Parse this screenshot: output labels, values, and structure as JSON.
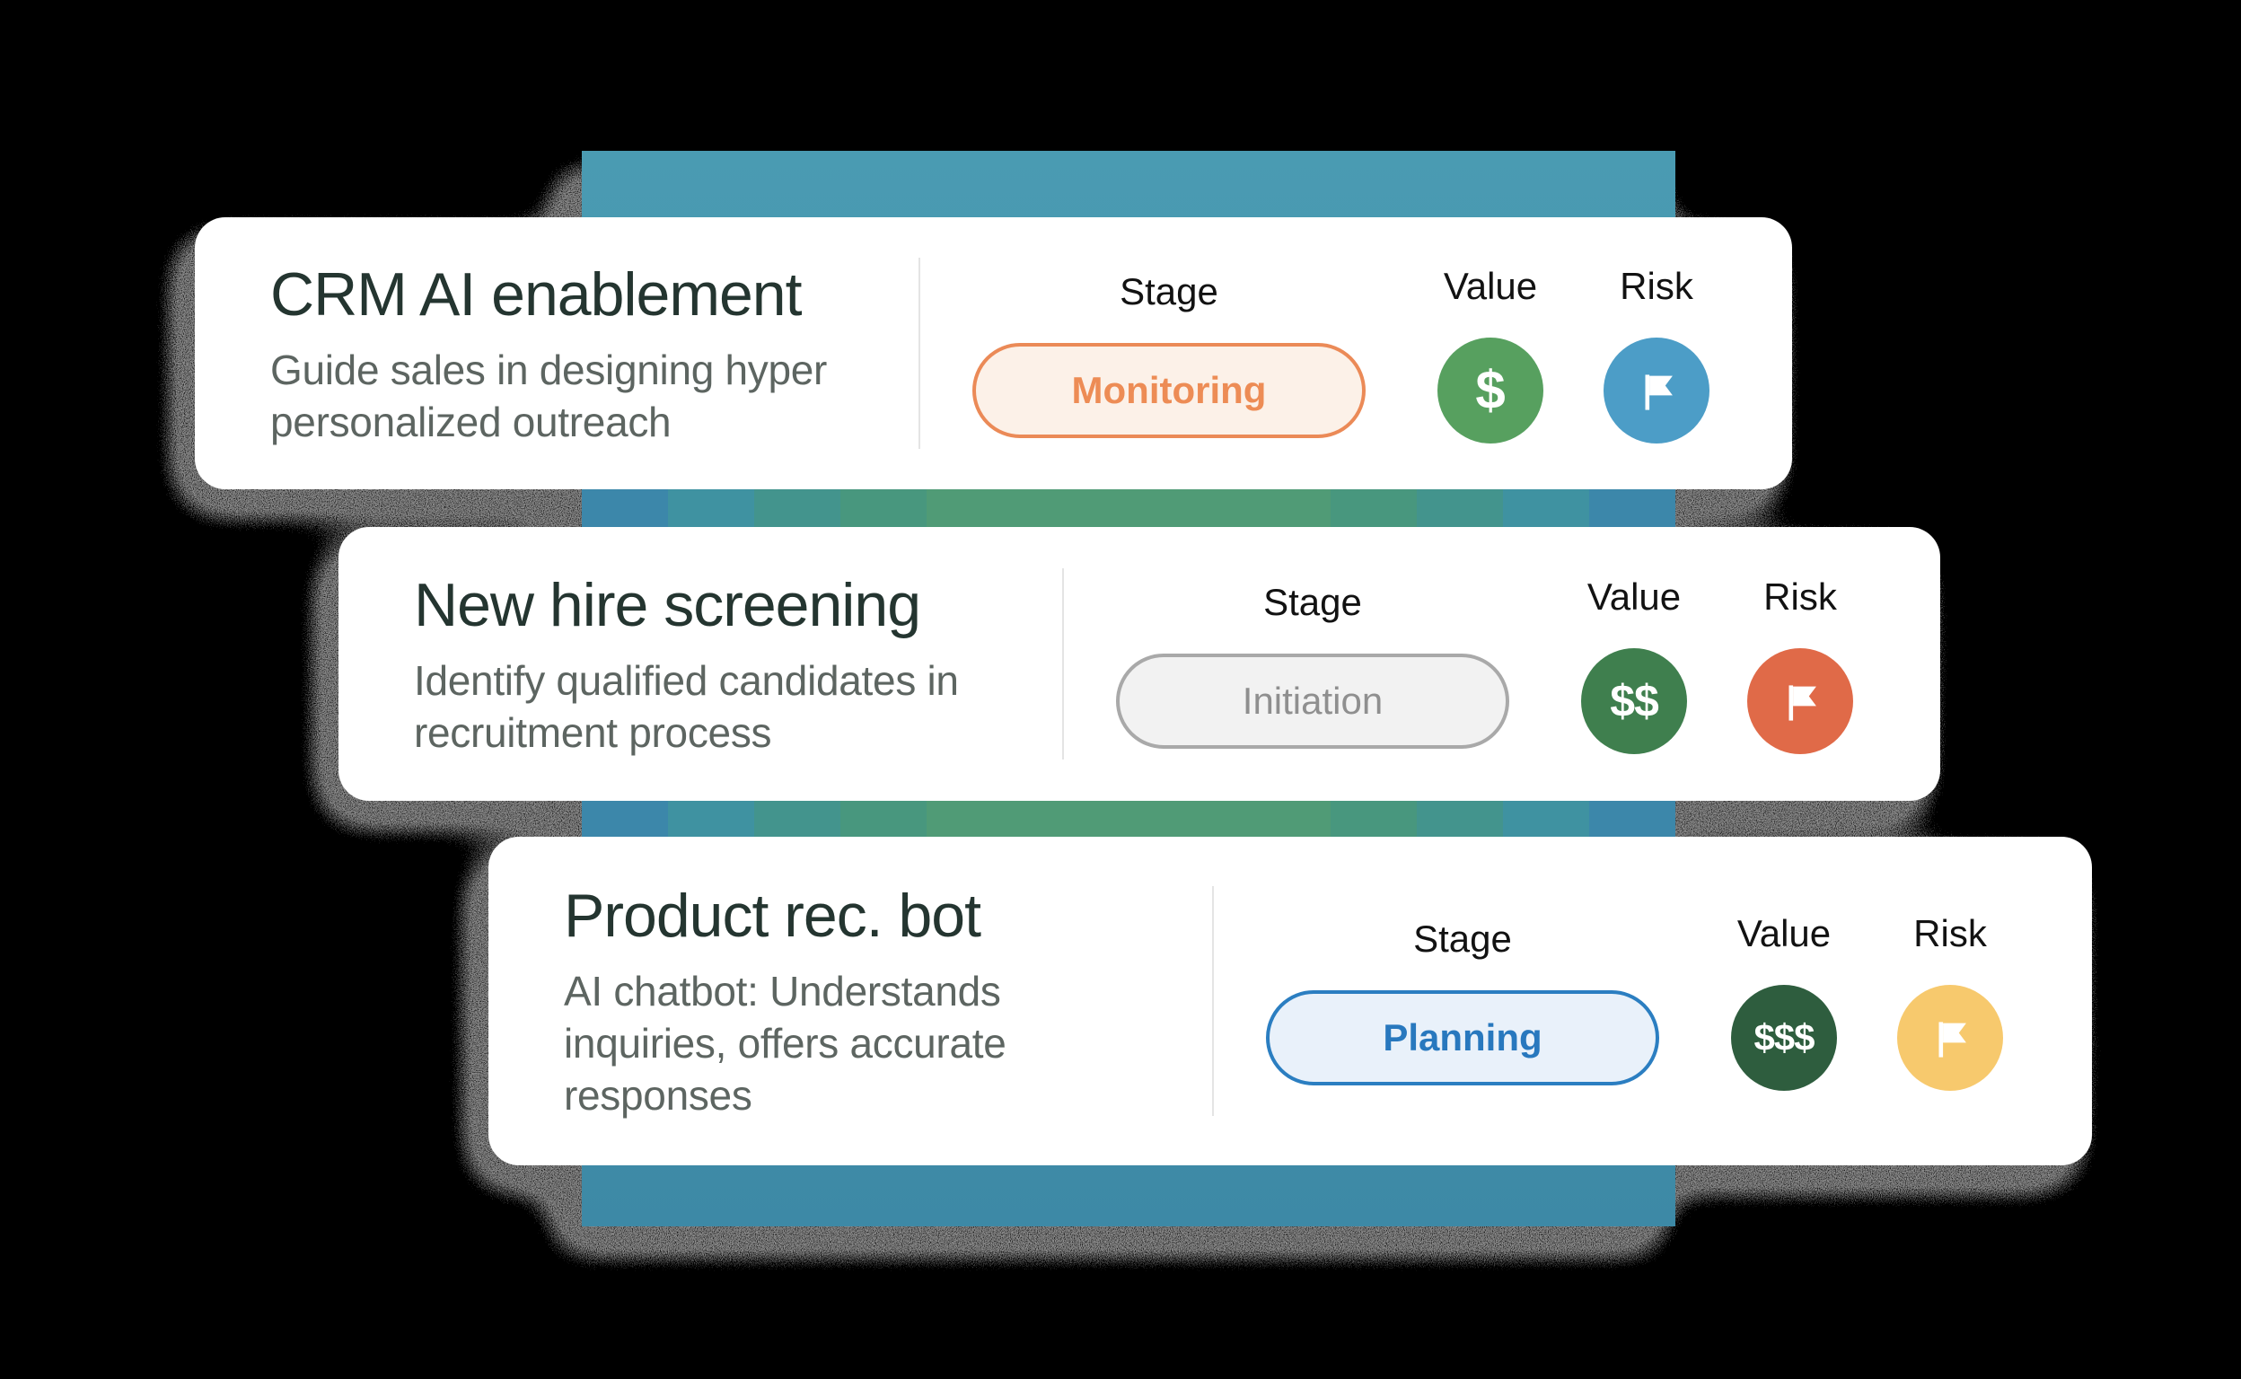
{
  "page": {
    "background": "#000000"
  },
  "band": {
    "color_top": "#4A9BB2",
    "color_bottom": "#3D89A6",
    "gap_colors": [
      "#3C87AA",
      "#3F92A1",
      "#43948D",
      "#48977E",
      "#509B76",
      "#48977E",
      "#43948D",
      "#3F92A1",
      "#3C87AA"
    ]
  },
  "theme": {
    "title_color": "#243530",
    "description_color": "#5D6561",
    "header_color": "#121212",
    "divider_color": "#E4E4E4",
    "shadow_grain_color": "#FFFFFF"
  },
  "cards": [
    {
      "title": "CRM AI enablement",
      "description_lines": [
        "Guide sales in designing hyper",
        "personalized outreach"
      ],
      "columns": {
        "stage_label": "Stage",
        "value_label": "Value",
        "risk_label": "Risk"
      },
      "stage": {
        "value": "Monitoring",
        "text_color": "#ED8C55",
        "border_color": "#EB8A57",
        "bg_color": "#FCF1E8"
      },
      "value": {
        "symbol": "$",
        "circle_color": "#57A05F"
      },
      "risk": {
        "icon": "flag-icon",
        "circle_color": "#4C9DC7"
      }
    },
    {
      "title": "New hire screening",
      "description_lines": [
        "Identify qualified candidates in",
        "recruitment process"
      ],
      "columns": {
        "stage_label": "Stage",
        "value_label": "Value",
        "risk_label": "Risk"
      },
      "stage": {
        "value": "Initiation",
        "text_color": "#8F8F8F",
        "border_color": "#A9A9A9",
        "bg_color": "#F2F2F2"
      },
      "value": {
        "symbol": "$$",
        "circle_color": "#3F7F4E"
      },
      "risk": {
        "icon": "flag-icon",
        "circle_color": "#E06A48"
      }
    },
    {
      "title": "Product rec. bot",
      "description_lines": [
        "AI chatbot: Understands",
        "inquiries, offers accurate",
        "responses"
      ],
      "columns": {
        "stage_label": "Stage",
        "value_label": "Value",
        "risk_label": "Risk"
      },
      "stage": {
        "value": "Planning",
        "text_color": "#2878BE",
        "border_color": "#2B7EC1",
        "bg_color": "#E9F1FA"
      },
      "value": {
        "symbol": "$$$",
        "circle_color": "#2E5D3E"
      },
      "risk": {
        "icon": "flag-icon",
        "circle_color": "#F7C96D"
      }
    }
  ]
}
